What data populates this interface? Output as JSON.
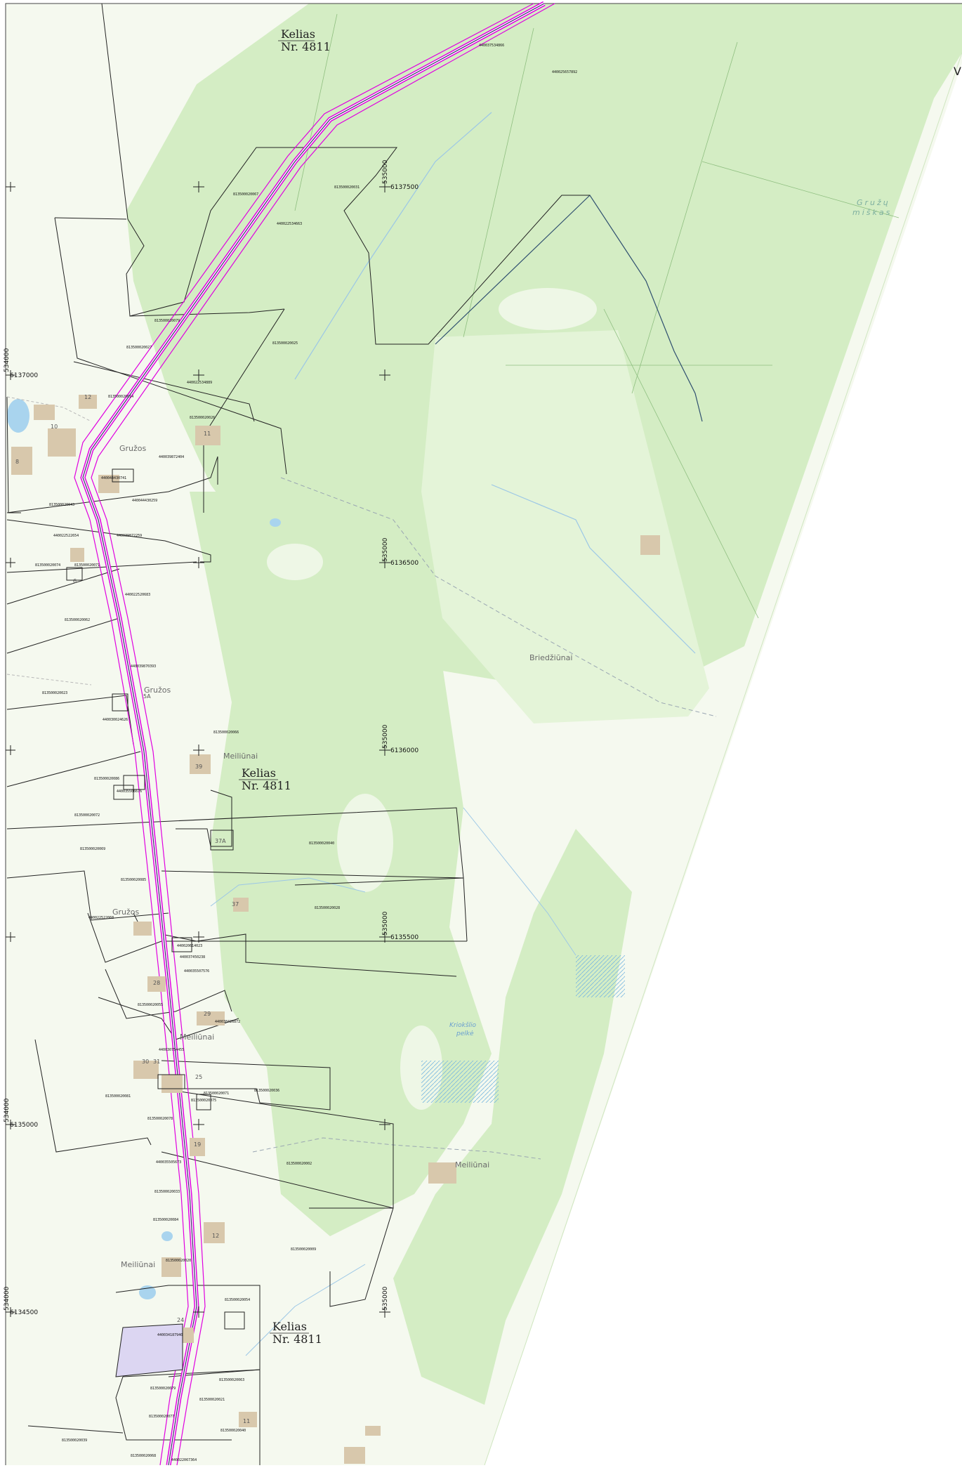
{
  "map": {
    "road_labels": [
      {
        "line1": "Kelias",
        "line2": "Nr. 4811"
      },
      {
        "line1": "Kelias",
        "line2": "Nr. 4811"
      },
      {
        "line1": "Kelias",
        "line2": "Nr. 4811"
      }
    ],
    "places": {
      "gruzos_1": "Gružos",
      "gruzos_2": "Gružos",
      "gruzos_3": "Gružos",
      "meiliunai_1": "Meiliūnai",
      "meiliunai_2": "Meiliūnai",
      "meiliunai_3": "Meiliūnai",
      "meiliunai_4": "Meiliūnai",
      "briedziunai": "Briedžiūnai",
      "forest_line1": "Gružų",
      "forest_line2": "miškas",
      "bog_line1": "Kriokšlio",
      "bog_line2": "pelkė"
    },
    "grid_y_labels": [
      "6137500",
      "6137000",
      "6136500",
      "6136000",
      "6135500",
      "6135000",
      "6134500"
    ],
    "grid_x_labels": [
      "535000",
      "534000"
    ],
    "parcel_ids": [
      "440037534866",
      "440025657892",
      "813500020067",
      "813500020031",
      "440022534663",
      "813500020079",
      "813500020027",
      "813500020025",
      "440022534889",
      "813500020014",
      "813500020026",
      "440039872404",
      "440044430741",
      "440044430259",
      "813500020043",
      "440039872259",
      "440022522654",
      "813500020074",
      "813500020071",
      "440022520683",
      "813500020062",
      "440039870393",
      "813500020023",
      "440030024626",
      "813500020066",
      "813500020086",
      "440035506676",
      "813500020072",
      "813500020069",
      "813500020040",
      "813500020085",
      "813500020028",
      "440022522068",
      "440020614023",
      "440037450238",
      "440035507576",
      "813500020055",
      "440038426872",
      "440030754455",
      "813500020081",
      "813500020036",
      "813500020071",
      "813500020075",
      "813500020078",
      "813500020002",
      "440035505673",
      "813500020033",
      "813500020084",
      "813500020009",
      "813500020020",
      "813500020054",
      "440034187940",
      "813500020063",
      "813500020079",
      "813500020021",
      "813500020077",
      "813500020040",
      "813500020039",
      "813500020068",
      "440022067364"
    ],
    "house_numbers": [
      "12",
      "10",
      "11",
      "8",
      "6",
      "5A",
      "39",
      "37A",
      "37",
      "28",
      "29",
      "30",
      "31",
      "25",
      "19",
      "12",
      "24",
      "11"
    ],
    "edge_letter": "V",
    "colors": {
      "forest": "#d4edc4",
      "forest_light": "#e3f3d6",
      "open_land": "#f4f8ee",
      "road": "#e000e0",
      "parcel_line": "#222222",
      "water": "#a9d4ee",
      "building": "#d8c8ac"
    }
  }
}
